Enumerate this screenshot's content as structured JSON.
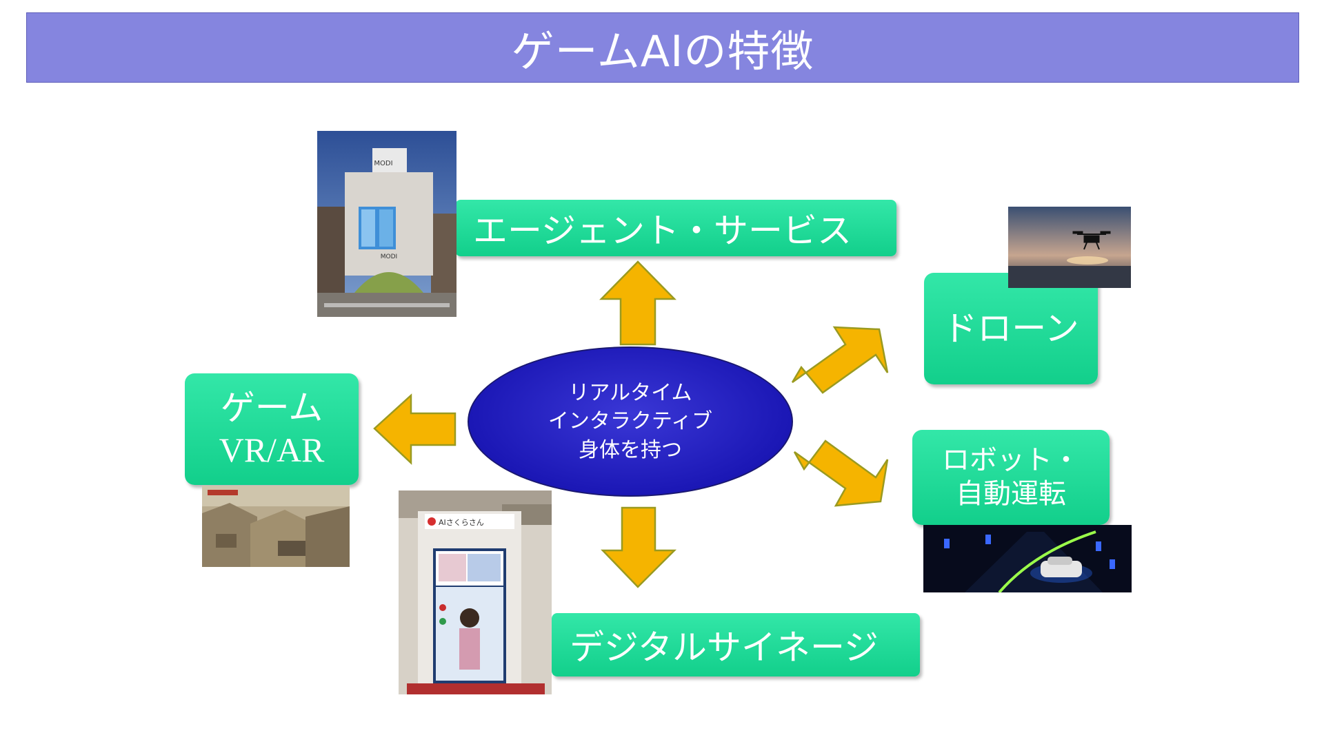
{
  "title": "ゲームAIの特徴",
  "center": {
    "lines": [
      "リアルタイム",
      "インタラクティブ",
      "身体を持つ"
    ]
  },
  "nodes": {
    "agent_service": "エージェント・サービス",
    "game": [
      "ゲーム",
      "VR/AR"
    ],
    "drone": "ドローン",
    "robot": [
      "ロボット・",
      "自動運転"
    ],
    "signage": "デジタルサイネージ"
  },
  "photos": {
    "mall_sign": "MODI",
    "kiosk_label": "AIさくらさん"
  },
  "colors": {
    "title_bar": "#8585df",
    "box": "#1fd897",
    "ellipse": "#1b17b5",
    "arrow_fill": "#f5b400",
    "arrow_stroke": "#9a9a20"
  }
}
